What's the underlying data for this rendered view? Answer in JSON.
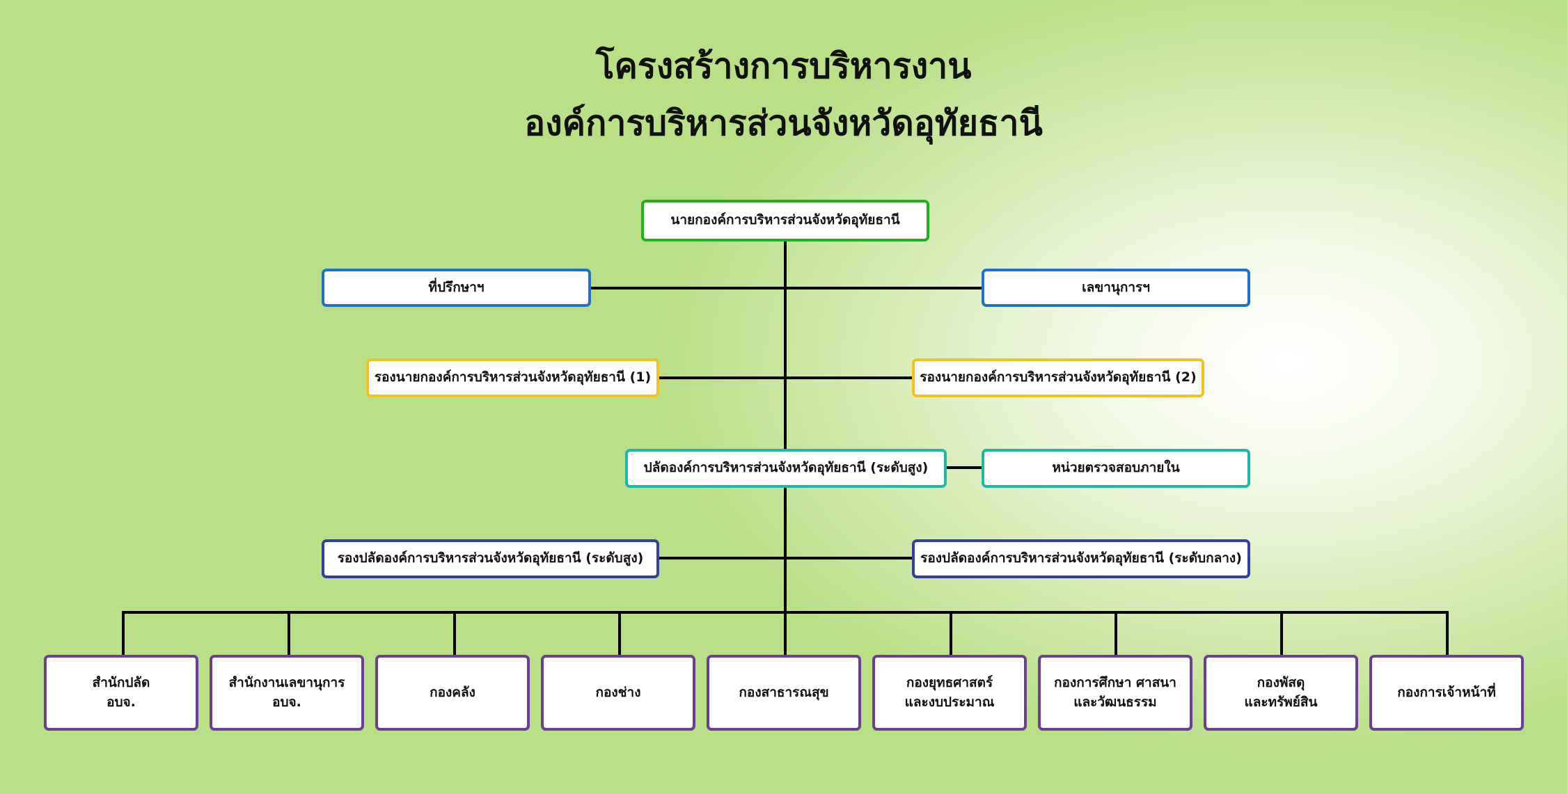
{
  "title": {
    "line1": "โครงสร้างการบริหารงาน",
    "line2": "องค์การบริหารส่วนจังหวัดอุทัยธานี"
  },
  "colors": {
    "chief": "#21b21b",
    "staff": "#1f73c4",
    "deputy": "#f2c21e",
    "permanent_secretary": "#1db8a8",
    "deputy_secretary": "#343fa0",
    "division": "#6c3f96",
    "connector": "#000000"
  },
  "chief": {
    "label": "นายกองค์การบริหารส่วนจังหวัดอุทัยธานี"
  },
  "advisor": {
    "label": "ที่ปรึกษาฯ"
  },
  "secretary": {
    "label": "เลขานุการฯ"
  },
  "deputy_1": {
    "label": "รองนายกองค์การบริหารส่วนจังหวัดอุทัยธานี (1)"
  },
  "deputy_2": {
    "label": "รองนายกองค์การบริหารส่วนจังหวัดอุทัยธานี (2)"
  },
  "permanent_secretary": {
    "label": "ปลัดองค์การบริหารส่วนจังหวัดอุทัยธานี (ระดับสูง)"
  },
  "internal_audit": {
    "label": "หน่วยตรวจสอบภายใน"
  },
  "deputy_secretary_high": {
    "label": "รองปลัดองค์การบริหารส่วนจังหวัดอุทัยธานี (ระดับสูง)"
  },
  "deputy_secretary_mid": {
    "label": "รองปลัดองค์การบริหารส่วนจังหวัดอุทัยธานี (ระดับกลาง)"
  },
  "divisions": [
    {
      "line1": "สำนักปลัด",
      "line2": "อบจ."
    },
    {
      "line1": "สำนักงานเลขานุการ",
      "line2": "อบจ."
    },
    {
      "line1": "กองคลัง",
      "line2": ""
    },
    {
      "line1": "กองช่าง",
      "line2": ""
    },
    {
      "line1": "กองสาธารณสุข",
      "line2": ""
    },
    {
      "line1": "กองยุทธศาสตร์",
      "line2": "และงบประมาณ"
    },
    {
      "line1": "กองการศึกษา ศาสนา",
      "line2": "และวัฒนธรรม"
    },
    {
      "line1": "กองพัสดุ",
      "line2": "และทรัพย์สิน"
    },
    {
      "line1": "กองการเจ้าหน้าที่",
      "line2": ""
    }
  ]
}
